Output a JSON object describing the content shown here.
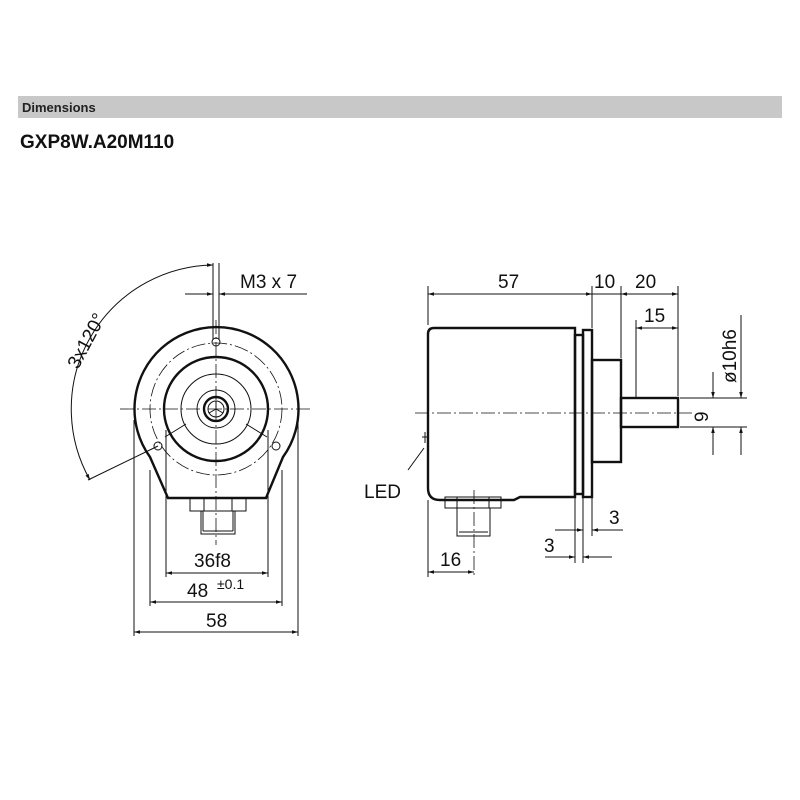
{
  "header": {
    "section_title": "Dimensions",
    "model": "GXP8W.A20M110"
  },
  "front_view": {
    "thread_label": "M3 x 7",
    "angle_label": "3x120°",
    "dim_36": "36f8",
    "dim_48": "48",
    "dim_48_tol": "±0.1",
    "dim_58": "58"
  },
  "side_view": {
    "dim_57": "57",
    "dim_10": "10",
    "dim_20": "20",
    "dim_15": "15",
    "dim_shaft_dia": "ø10h6",
    "dim_9": "9",
    "dim_3a": "3",
    "dim_3b": "3",
    "dim_16": "16",
    "led_label": "LED"
  }
}
